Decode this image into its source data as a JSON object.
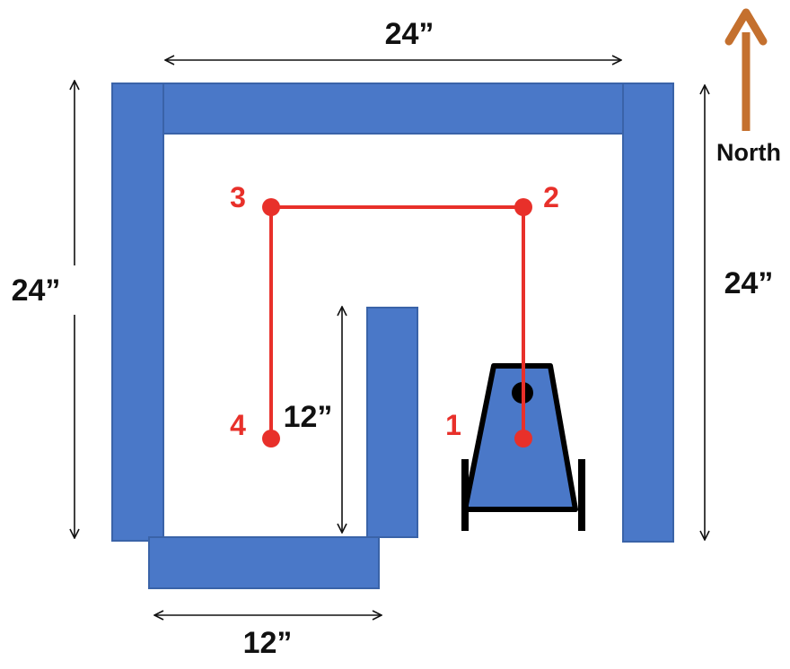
{
  "dimensions": {
    "top_width": "24”",
    "left_height": "24”",
    "right_height": "24”",
    "inner_wall": "12”",
    "bottom_width": "12”"
  },
  "compass": {
    "label": "North",
    "icon": "north-arrow-icon"
  },
  "waypoints": [
    "1",
    "2",
    "3",
    "4"
  ],
  "colors": {
    "wall_fill": "#4a78c8",
    "wall_stroke": "#3a63a8",
    "path": "#e8302a",
    "north_arrow": "#c4702e",
    "robot_body": "#4a78c8"
  }
}
